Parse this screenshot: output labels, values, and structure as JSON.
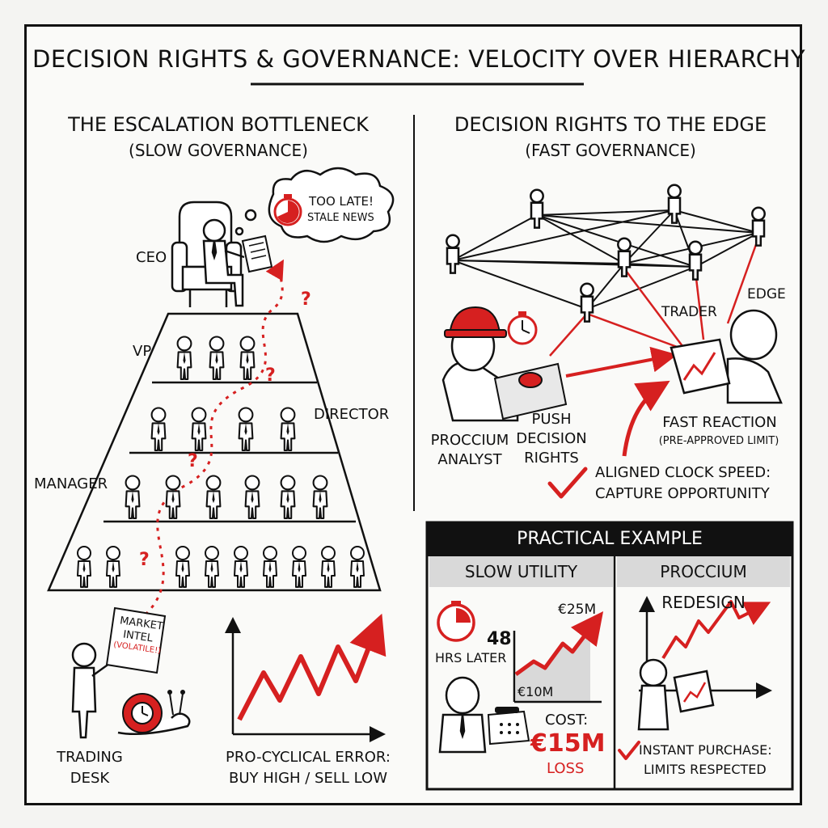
{
  "title": "DECISION RIGHTS & GOVERNANCE: VELOCITY OVER HIERARCHY",
  "left": {
    "heading": "THE ESCALATION BOTTLENECK",
    "subheading": "(SLOW GOVERNANCE)",
    "thought": [
      "TOO LATE!",
      "STALE NEWS"
    ],
    "levels": {
      "ceo": "CEO",
      "vp": "VP",
      "director": "DIRECTOR",
      "manager": "MANAGER"
    },
    "paper": [
      "MARKET",
      "INTEL",
      "(VOLATILE!)"
    ],
    "trading_desk": [
      "TRADING",
      "DESK"
    ],
    "error_caption": [
      "PRO-CYCLICAL ERROR:",
      "BUY HIGH / SELL LOW"
    ],
    "question_mark": "?"
  },
  "right": {
    "heading": "DECISION RIGHTS TO THE EDGE",
    "subheading": "(FAST GOVERNANCE)",
    "trader": "TRADER",
    "edge": "EDGE",
    "analyst": [
      "PROCCIUM",
      "ANALYST"
    ],
    "push": [
      "PUSH",
      "DECISION",
      "RIGHTS"
    ],
    "fast_reaction": "FAST REACTION",
    "pre_approved": "(PRE-APPROVED LIMIT)",
    "aligned": [
      "ALIGNED CLOCK SPEED:",
      "CAPTURE OPPORTUNITY"
    ]
  },
  "example": {
    "header": "PRACTICAL EXAMPLE",
    "slow_title": "SLOW UTILITY",
    "redesign_title": "PROCCIUM REDESIGN",
    "hours": "48",
    "hours_label": "HRS LATER",
    "price_high": "€25M",
    "price_low": "€10M",
    "cost_label": "COST:",
    "cost_value": "€15M",
    "loss": "LOSS",
    "instant": [
      "INSTANT PURCHASE:",
      "LIMITS RESPECTED"
    ]
  },
  "colors": {
    "ink": "#111111",
    "accent": "#d62020",
    "panel_gray": "#d9d9d9"
  },
  "icons": [
    "armchair-icon",
    "stopwatch-icon",
    "snail-icon",
    "hard-hat-icon",
    "tablet-icon",
    "phone-icon",
    "check-icon",
    "red-button-icon"
  ]
}
